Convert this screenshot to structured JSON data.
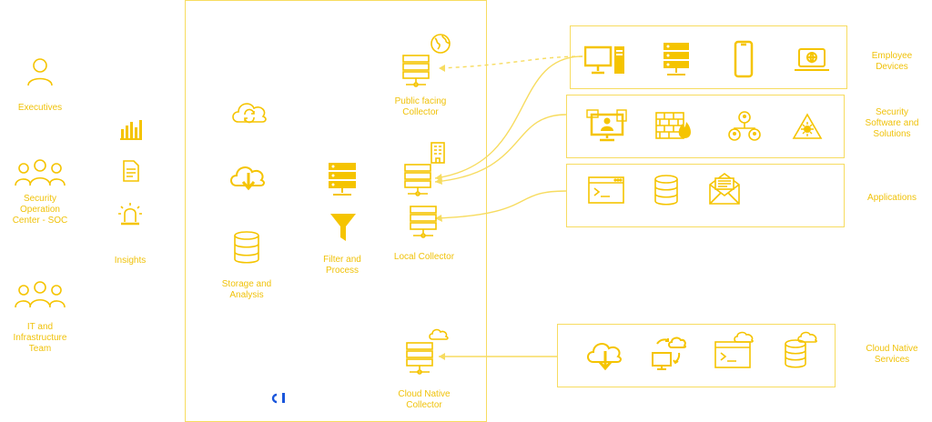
{
  "colors": {
    "accent": "#f5c400",
    "line": "#f7dc60",
    "logo": "#1a56db"
  },
  "consumers": [
    {
      "label": "Executives",
      "icon": "user-icon"
    },
    {
      "label": "Security\nOperation\nCenter - SOC",
      "icon": "team-icon"
    },
    {
      "label": "IT and\nInfrastructure\nTeam",
      "icon": "team-icon"
    }
  ],
  "insights": {
    "label": "Insights",
    "icons": [
      "bar-chart-icon",
      "document-icon",
      "alarm-icon"
    ]
  },
  "platform": {
    "storage_label": "Storage and\nAnalysis",
    "filter_label": "Filter and\nProcess",
    "public_collector_label": "Public facing\nCollector",
    "local_collector_label": "Local Collector",
    "cloud_collector_label": "Cloud Native\nCollector"
  },
  "sources": [
    {
      "label": "Employee\nDevices",
      "icons": [
        "desktop-icon",
        "server-icon",
        "phone-icon",
        "laptop-icon"
      ]
    },
    {
      "label": "Security\nSoftware and\nSolutions",
      "icons": [
        "monitor-user-icon",
        "firewall-icon",
        "network-users-icon",
        "hazard-icon"
      ]
    },
    {
      "label": "Applications",
      "icons": [
        "terminal-icon",
        "database-icon",
        "mail-icon"
      ]
    },
    {
      "label": "Cloud Native\nServices",
      "icons": [
        "cloud-download-icon",
        "cloud-sync-icon",
        "cloud-terminal-icon",
        "cloud-database-icon"
      ]
    }
  ]
}
